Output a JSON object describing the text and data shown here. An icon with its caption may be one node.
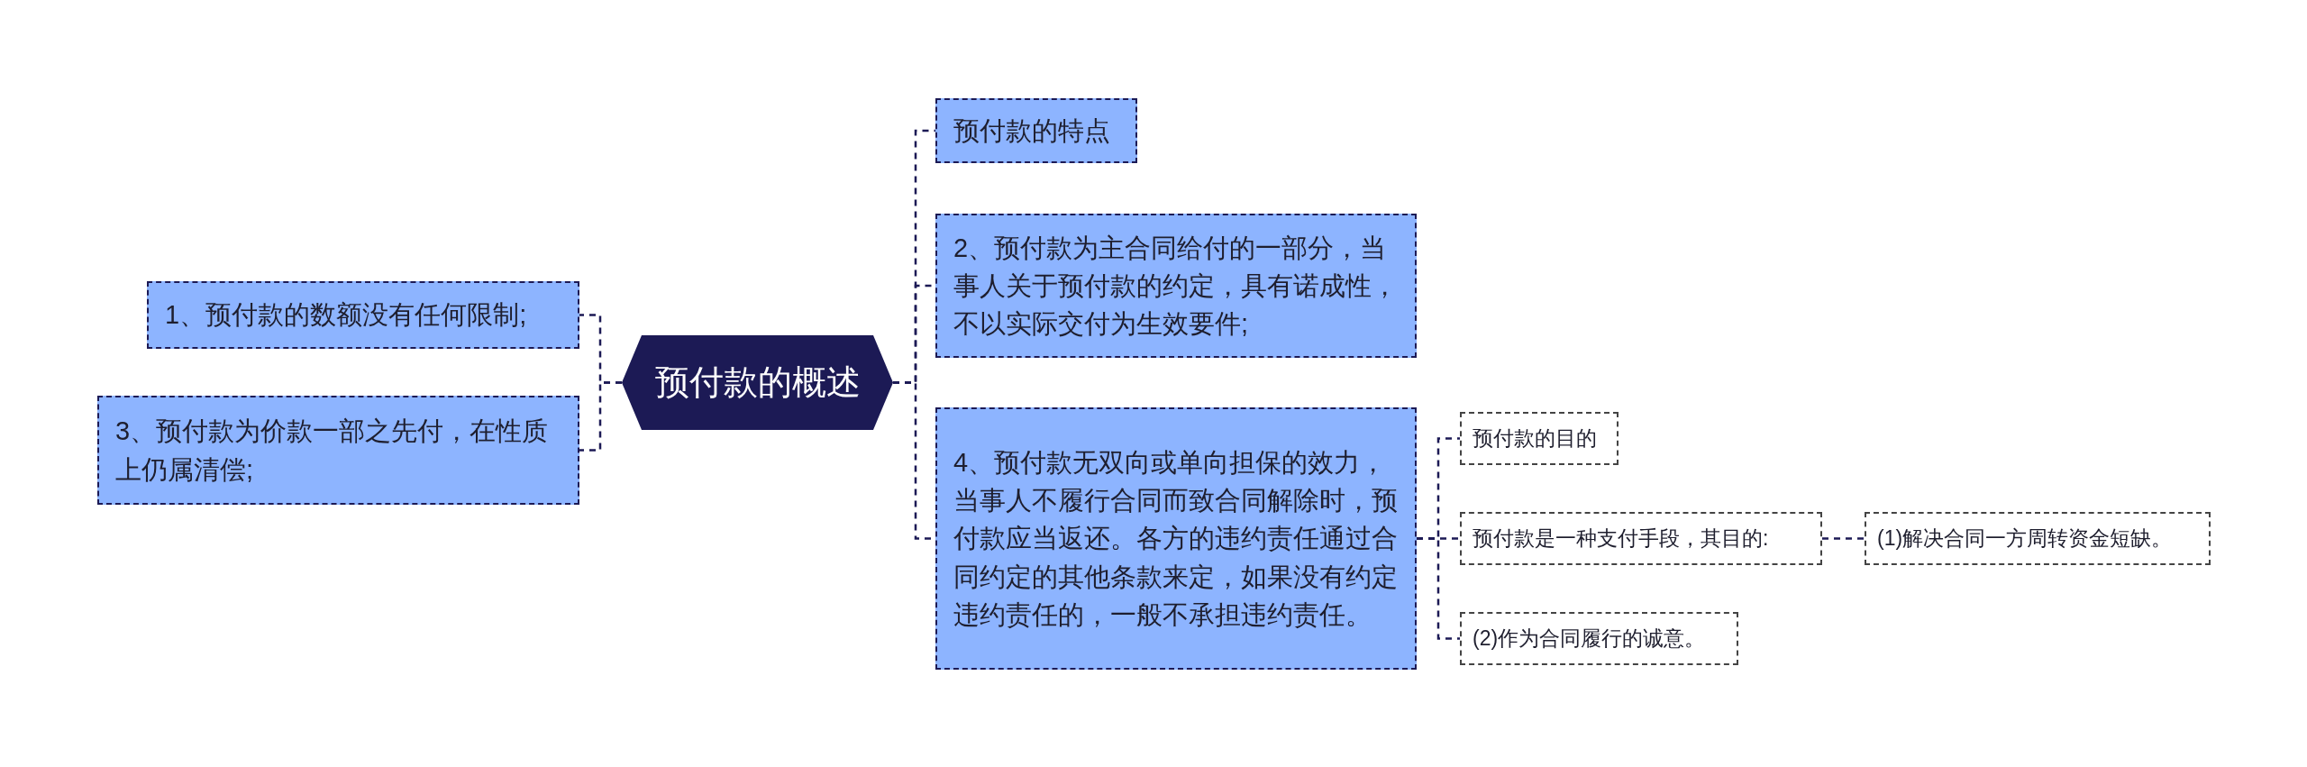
{
  "diagram": {
    "nodes": [
      {
        "text": [
          "预付款的概述"
        ]
      },
      {
        "text": [
          "1、预付款的数额没有任何限制;"
        ]
      },
      {
        "text": [
          "3、预付款为价款一部之先付，在性质上仍属清偿;"
        ]
      },
      {
        "text": [
          "预付款的特点"
        ]
      },
      {
        "text": [
          "2、预付款为主合同给付的一部分，当事人关于预付款的约定，具有诺成性，不以实际交付为生效要件;"
        ]
      },
      {
        "text": [
          "4、预付款无双向或单向担保的效力，当事人不履行合同而致合同解除时，预付款应当返还。各方的违约责任通过合同约定的其他条款来定，如果没有约定违约责任的，一般不承担违约责任。"
        ]
      },
      {
        "text": [
          "预付款的目的"
        ]
      },
      {
        "text": [
          "预付款是一种支付手段，其目的:"
        ]
      },
      {
        "text": [
          "(1)解决合同一方周转资金短缺。"
        ]
      },
      {
        "text": [
          "(2)作为合同履行的诚意。"
        ]
      }
    ],
    "edges": [
      {
        "from": 0,
        "to": 1,
        "arrow": "none",
        "style": "dashed"
      },
      {
        "from": 0,
        "to": 2,
        "arrow": "none",
        "style": "dashed"
      },
      {
        "from": 0,
        "to": 3,
        "arrow": "none",
        "style": "dashed"
      },
      {
        "from": 0,
        "to": 4,
        "arrow": "none",
        "style": "dashed"
      },
      {
        "from": 0,
        "to": 5,
        "arrow": "none",
        "style": "dashed"
      },
      {
        "from": 5,
        "to": 6,
        "arrow": "none",
        "style": "dashed"
      },
      {
        "from": 5,
        "to": 7,
        "arrow": "none",
        "style": "dashed"
      },
      {
        "from": 5,
        "to": 9,
        "arrow": "none",
        "style": "dashed"
      },
      {
        "from": 7,
        "to": 8,
        "arrow": "none",
        "style": "dashed"
      }
    ]
  }
}
